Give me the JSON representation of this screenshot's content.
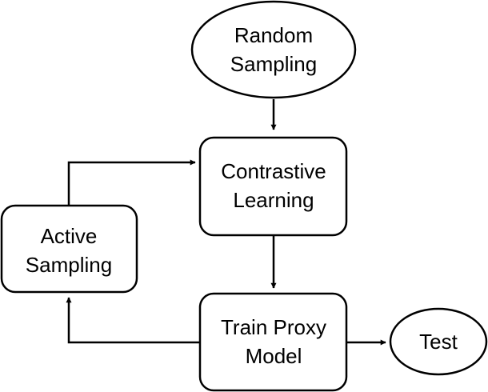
{
  "nodes": {
    "random_sampling": {
      "line1": "Random",
      "line2": "Sampling"
    },
    "contrastive_learning": {
      "line1": "Contrastive",
      "line2": "Learning"
    },
    "active_sampling": {
      "line1": "Active",
      "line2": "Sampling"
    },
    "train_proxy_model": {
      "line1": "Train Proxy",
      "line2": "Model"
    },
    "test": {
      "label": "Test"
    }
  },
  "edges": [
    {
      "from": "Random Sampling",
      "to": "Contrastive Learning"
    },
    {
      "from": "Contrastive Learning",
      "to": "Train Proxy Model"
    },
    {
      "from": "Train Proxy Model",
      "to": "Active Sampling"
    },
    {
      "from": "Active Sampling",
      "to": "Contrastive Learning"
    },
    {
      "from": "Train Proxy Model",
      "to": "Test"
    }
  ]
}
